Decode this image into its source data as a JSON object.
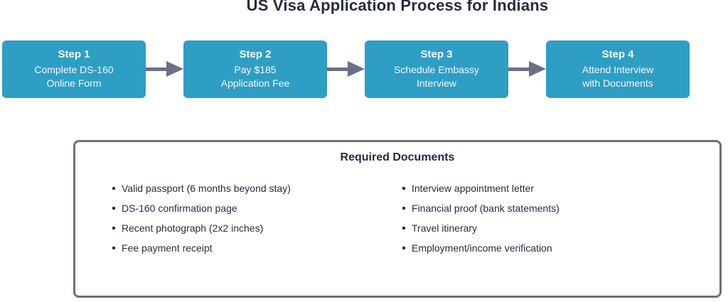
{
  "title": "US Visa Application Process for Indians",
  "colors": {
    "step_fill": "#2E9EC4",
    "step_text": "#F2F7FA",
    "arrow": "#6A7086",
    "panel_border": "#6A7086",
    "text_dark": "#262B40",
    "background": "#FFFFFF"
  },
  "steps": [
    {
      "title": "Step 1",
      "line1": "Complete DS-160",
      "line2": "Online Form"
    },
    {
      "title": "Step 2",
      "line1": "Pay $185",
      "line2": "Application Fee"
    },
    {
      "title": "Step 3",
      "line1": "Schedule Embassy",
      "line2": "Interview"
    },
    {
      "title": "Step 4",
      "line1": "Attend Interview",
      "line2": "with Documents"
    }
  ],
  "documents": {
    "heading": "Required Documents",
    "left": [
      "Valid passport (6 months beyond stay)",
      "DS-160 confirmation page",
      "Recent photograph (2x2 inches)",
      "Fee payment receipt"
    ],
    "right": [
      "Interview appointment letter",
      "Financial proof (bank statements)",
      "Travel itinerary",
      "Employment/income verification"
    ]
  }
}
